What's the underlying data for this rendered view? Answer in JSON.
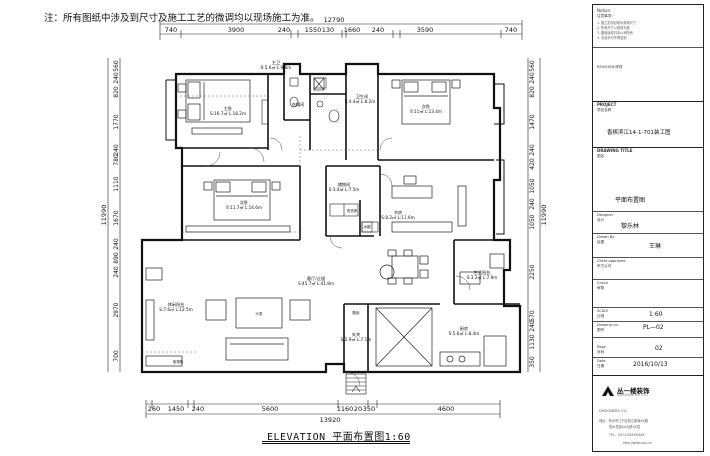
{
  "note": "注：所有图纸中涉及到尺寸及施工工艺的微调均以现场施工为准。",
  "dims_top": {
    "overall": "12790",
    "segments": [
      "740",
      "3900",
      "240",
      "1550",
      "130",
      "1660",
      "240",
      "3590",
      "740"
    ]
  },
  "dims_bottom": {
    "overall": "13920",
    "segments": [
      "260",
      "1450",
      "240",
      "5600",
      "1160",
      "20",
      "350",
      "4600"
    ]
  },
  "dims_left": {
    "overall": "11990",
    "segments": [
      "820",
      "240",
      "560",
      "1770",
      "240",
      "780",
      "1110",
      "1670",
      "240",
      "890",
      "240",
      "2970",
      "700"
    ]
  },
  "dims_right": {
    "overall": "11990",
    "segments": [
      "820",
      "240",
      "560",
      "1470",
      "240",
      "420",
      "1050",
      "240",
      "1050",
      "2250",
      "570",
      "240",
      "1130",
      "350"
    ]
  },
  "rooms": {
    "master_bed": {
      "name": "主卧",
      "area": "S:16.7㎡ L:18.2m"
    },
    "master_bath": {
      "name": "主卫",
      "area": "S:5.6㎡ L:9.6m"
    },
    "closet": {
      "name": "衣帽间",
      "area": ""
    },
    "bath": {
      "name": "卫生间",
      "area": "S:4.4㎡ L:8.2m"
    },
    "sec_bed_1": {
      "name": "次卧",
      "area": "S:11㎡ L:13.4m"
    },
    "sec_bed_2": {
      "name": "次卧",
      "area": "S:11.7㎡ L:14.6m"
    },
    "storage": {
      "name": "储物间",
      "area": "S:3.4㎡ L:7.5m"
    },
    "study": {
      "name": "书房",
      "area": "S:8.2㎡ L:11.6m"
    },
    "living": {
      "name": "客厅/过道",
      "area": "S:45.7㎡ L:41.8m"
    },
    "balcony": {
      "name": "休闲阳台",
      "area": "S:7.6㎡ L:12.5m"
    },
    "kitchen_bal": {
      "name": "生活阳台",
      "area": "S:3.2㎡ L:7.9m"
    },
    "kitchen": {
      "name": "厨房",
      "area": "S:5.6㎡ L:8.4m"
    },
    "entrance": {
      "name": "玄关",
      "area": "S:2.9㎡ L:7.1m"
    }
  },
  "labels": {
    "shoe_cab": "鞋柜",
    "fridge": "冰箱",
    "sofa_mark": "沙发",
    "tv_cab": "电视柜",
    "wash_room": "洗衣房"
  },
  "title_block": {
    "notice_title": "Notice:",
    "notice_sub": "注意事项：",
    "notice_lines": [
      "1. 施工前务必核对现场尺寸",
      "2. 所有尺寸以现场为准",
      "3. 图纸版权归本公司所有",
      "4. 未经许可不得复制"
    ],
    "owner_label": "REVISION 修改",
    "project_label": "PROJECT",
    "project_label_cn": "项目名称",
    "project_name": "香槟滨江14-1-701装工图",
    "drawing_title_label": "DRAWING TITLE",
    "drawing_title_label_cn": "图名",
    "drawing_title": "平面布置图",
    "designer_label": "Designer",
    "designer_label_cn": "设计",
    "designer": "黎乐林",
    "drawn_label": "Drawn By",
    "drawn_label_cn": "绘图",
    "drawn_by": "王琳",
    "client_label": "Client approved",
    "client_label_cn": "甲方认可",
    "check_label": "Check",
    "check_label_cn": "审核",
    "scale_label": "SCALE",
    "scale_label_cn": "比例",
    "scale": "1:60",
    "drawing_no_label": "Drawing no.",
    "drawing_no_label_cn": "图号",
    "drawing_no": "PL—02",
    "page_label": "Page",
    "page_label_cn": "页码",
    "page": "02",
    "date_label": "Date",
    "date_label_cn": "日期",
    "date": "2016/10/13",
    "company_name": "丛一楼装饰",
    "company_en": "DESIGNERS CO.",
    "address_line": "地址：杭州市江干区钱江新城XX路",
    "address_line2": "杭州总部XX大厦XX层",
    "phone": "TEL：0571-XXXXXXXX",
    "web": "http://www.xxx.cn"
  },
  "elevation_title": "ELEVATION   平面布置图1:60"
}
